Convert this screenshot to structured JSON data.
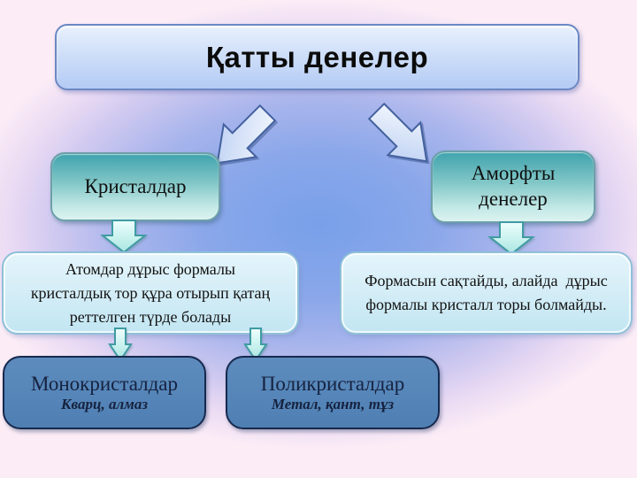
{
  "slide": {
    "title": "Қатты денелер",
    "crystals": {
      "label": "Кристалдар",
      "description": "Атомдар дұрыс формалы\nкристалдық тор құра отырып қатаң\nреттелген түрде болады",
      "children": [
        {
          "title": "Монокристалдар",
          "examples": "Кварц, алмаз"
        },
        {
          "title": "Поликристалдар",
          "examples": "Метал, қант, тұз"
        }
      ]
    },
    "amorphous": {
      "label": "Аморфты\nденелер",
      "description": "Формасын сақтайды, алайда  дұрыс\nформалы кристалл торы болмайды."
    }
  },
  "colors": {
    "background_center": "#78a0e9",
    "background_edge": "#fbecf6",
    "title_box_fill_top": "#e9f1fd",
    "title_box_fill_bottom": "#b4cbf4",
    "title_box_border": "#6b88c4",
    "teal_node_top": "#3fa3ad",
    "teal_node_bottom": "#dcf3f0",
    "teal_node_border": "#6d9fa9",
    "desc_box_fill": "#d2ecf6",
    "desc_box_border": "#8fc0d8",
    "leaf_box_fill": "#5585b8",
    "leaf_box_border": "#16294e",
    "leaf_box_text": "#15223f",
    "block_arrow_fill_light": "#f8fbff",
    "block_arrow_fill_dark": "#b6cbf1",
    "block_arrow_border": "#44619f",
    "small_arrow_fill_light": "#eefffd",
    "small_arrow_fill_dark": "#a9e6e1",
    "small_arrow_border": "#3f9ba3"
  }
}
